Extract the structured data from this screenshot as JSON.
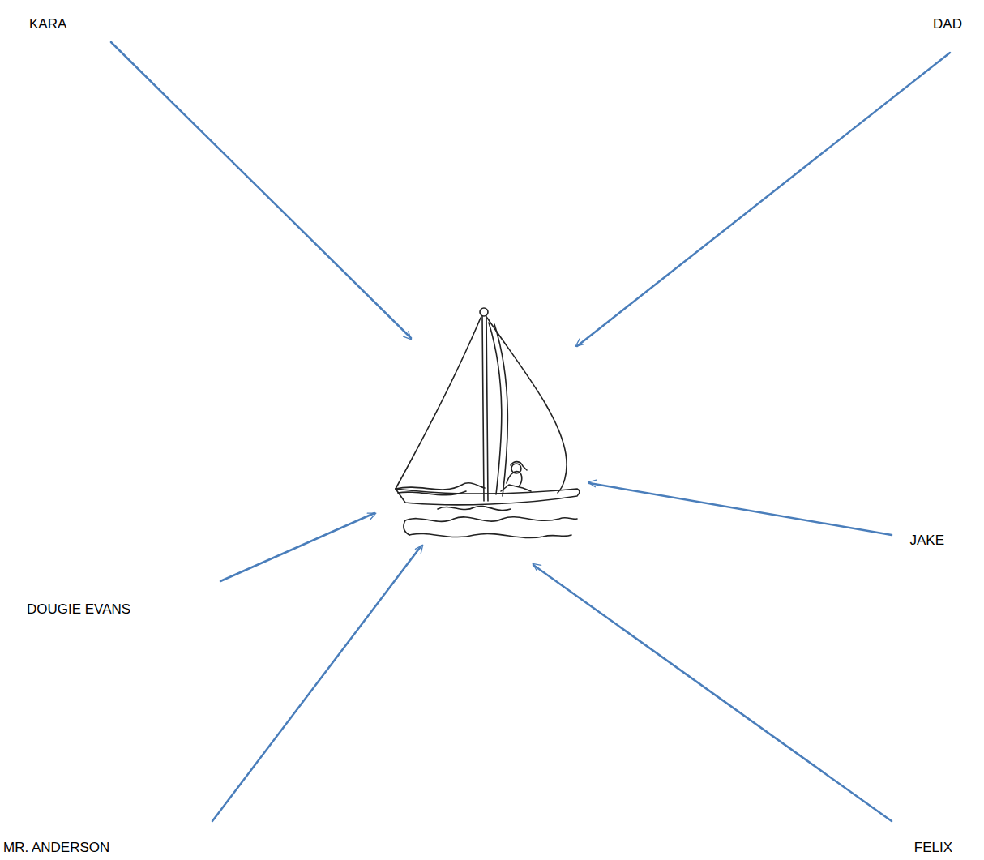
{
  "diagram": {
    "labels": [
      "KARA",
      "DAD",
      "JAKE",
      "DOUGIE EVANS",
      "MR. ANDERSON",
      "FELIX"
    ]
  }
}
